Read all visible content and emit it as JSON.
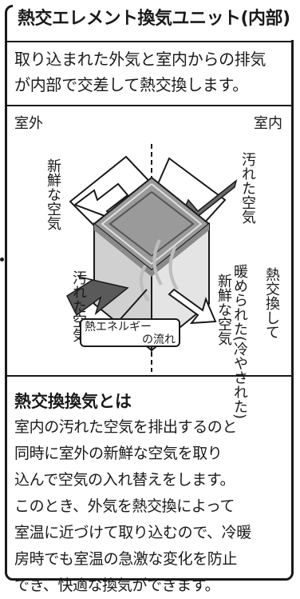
{
  "title": "熱交エレメント換気ユニット(内部)",
  "intro": [
    "取り込まれた外気と室内からの排気",
    "が内部で交差して熱交換します。"
  ],
  "diagram": {
    "outdoor_label": "室外",
    "indoor_label": "室内",
    "fresh_air_in": "新鮮な空気",
    "dirty_air_in": "汚れた空気",
    "dirty_air_out": "汚れた空気",
    "fresh_air_out": "新鮮な空気",
    "heated_cooled": "暖められた(冷やされた)",
    "heat_exchanged": "熱交換して",
    "energy_flow": [
      "熱エネルギー",
      "の流れ"
    ]
  },
  "section": {
    "heading": "熱交換換気とは",
    "lines": [
      "室内の汚れた空気を排出するのと",
      "同時に室外の新鮮な空気を取り",
      "込んで空気の入れ替えをします。",
      "このとき、外気を熱交換によって",
      "室温に近づけて取り込むので、冷暖",
      "房時でも室温の急激な変化を防止",
      "でき、快適な換気ができます。"
    ]
  },
  "colors": {
    "line": "#1a1a1a",
    "dark_arrow": "#5a5a5a",
    "core": "#d8d8d8"
  }
}
